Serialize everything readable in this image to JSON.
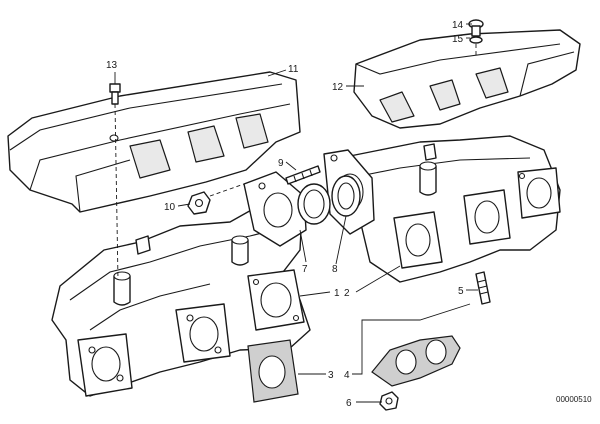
{
  "callouts": {
    "c1": "1",
    "c2": "2",
    "c3": "3",
    "c4": "4",
    "c5": "5",
    "c6": "6",
    "c7": "7",
    "c8": "8",
    "c9": "9",
    "c10": "10",
    "c11": "11",
    "c12": "12",
    "c13": "13",
    "c14": "14",
    "c15": "15"
  },
  "document_number": "00000510"
}
